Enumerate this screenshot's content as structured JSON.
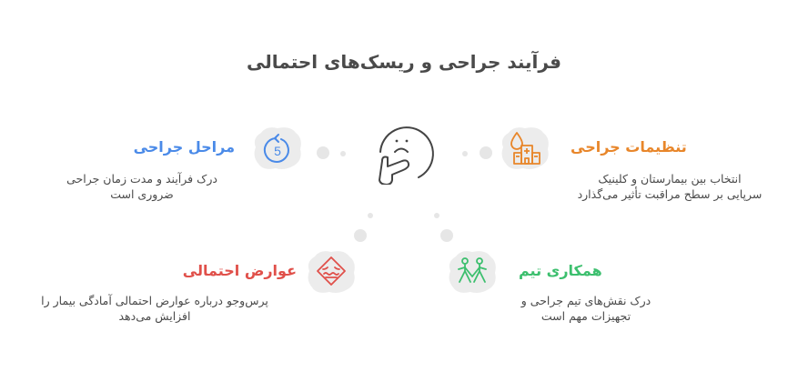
{
  "title": "فرآیند جراحی و ریسک‌های احتمالی",
  "center_icon": "thinking-face-icon",
  "items": [
    {
      "id": "surgery-stages",
      "heading": "مراحل جراحی",
      "description_line1": "درک فرآیند و مدت زمان جراحی",
      "description_line2": "ضروری است",
      "icon": "number-5-cycle-icon",
      "icon_text": "5",
      "color": "#4a8ae8"
    },
    {
      "id": "surgery-settings",
      "heading": "تنظیمات جراحی",
      "description_line1": "انتخاب بین بیمارستان و کلینیک",
      "description_line2": "سرپایی بر سطح مراقبت تأثیر می‌گذارد",
      "icon": "hospital-blood-drop-icon",
      "color": "#e8862a"
    },
    {
      "id": "possible-complications",
      "heading": "عوارض احتمالی",
      "description_line1": "پرس‌وجو درباره عوارض احتمالی آمادگی بیمار را",
      "description_line2": "افزایش می‌دهد",
      "icon": "warning-diamond-face-icon",
      "color": "#e0504a"
    },
    {
      "id": "team-collaboration",
      "heading": "همکاری تیم",
      "description_line1": "درک نقش‌های تیم جراحی و",
      "description_line2": "تجهیزات مهم است",
      "icon": "team-people-icon",
      "color": "#3cbf6e"
    }
  ]
}
